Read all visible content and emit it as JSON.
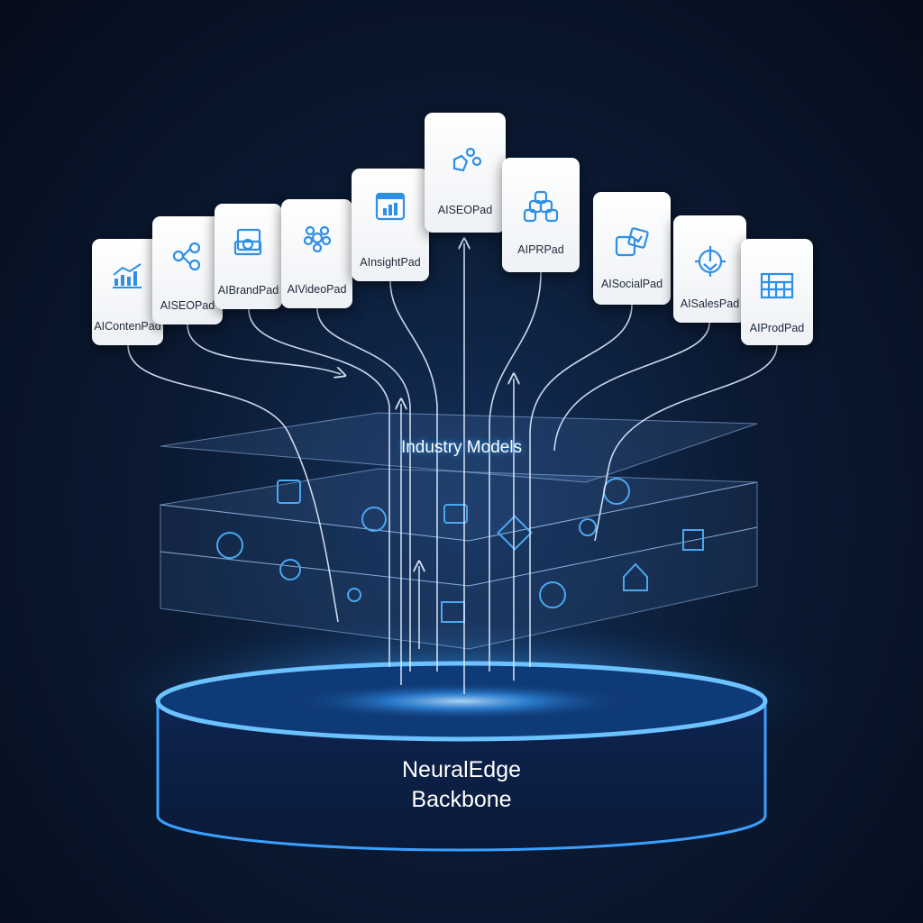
{
  "accent_color": "#2f8fe3",
  "glow_color": "#3aa0ff",
  "cards": [
    {
      "label": "AIContenPad",
      "icon": "bar-chart-trend-icon"
    },
    {
      "label": "AISEOPad",
      "icon": "share-nodes-icon"
    },
    {
      "label": "AIBrandPad",
      "icon": "brand-image-icon"
    },
    {
      "label": "AIVideoPad",
      "icon": "video-reel-icon"
    },
    {
      "label": "AInsightPad",
      "icon": "dashboard-chart-icon"
    },
    {
      "label": "AISEOPad",
      "icon": "cubes-icon"
    },
    {
      "label": "AIPRPad",
      "icon": "hierarchy-icon"
    },
    {
      "label": "AISocialPad",
      "icon": "social-cards-icon"
    },
    {
      "label": "AISalesPad",
      "icon": "target-icon"
    },
    {
      "label": "AIProdPad",
      "icon": "grid-table-icon"
    }
  ],
  "layer": {
    "label": "Industry Models"
  },
  "base": {
    "line1": "NeuralEdge",
    "line2": "Backbone"
  }
}
